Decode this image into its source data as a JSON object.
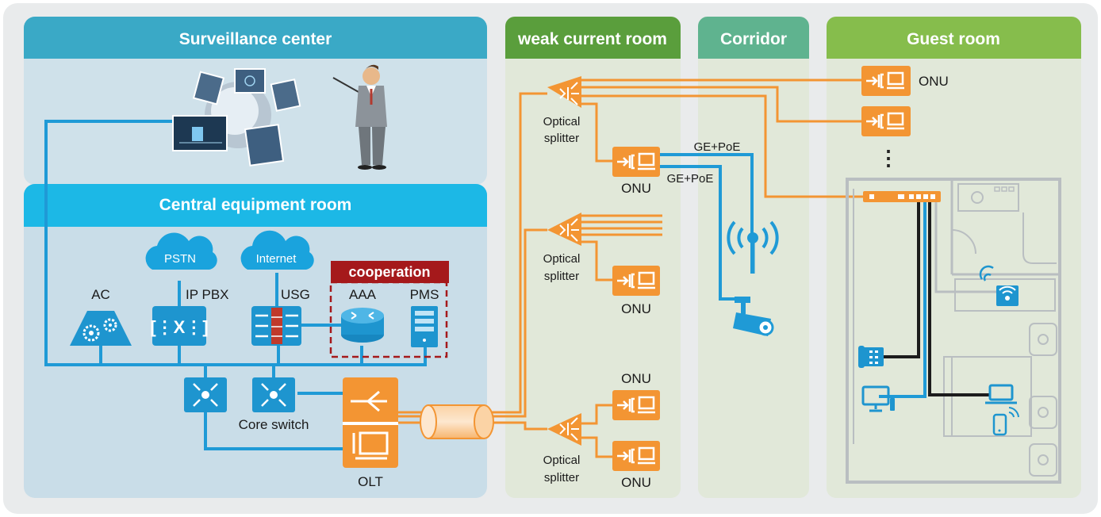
{
  "zones": {
    "surveillance": "Surveillance center",
    "central": "Central equipment room",
    "weak": "weak current room",
    "corridor": "Corridor",
    "guest": "Guest room"
  },
  "clouds": {
    "pstn": "PSTN",
    "internet": "Internet"
  },
  "devices": {
    "ac": "AC",
    "ippbx": "IP PBX",
    "usg": "USG",
    "aaa": "AAA",
    "pms": "PMS",
    "cooperation": "cooperation",
    "core_switch": "Core switch",
    "olt": "OLT"
  },
  "weak_room": {
    "splitter_1": [
      "Optical",
      "splitter"
    ],
    "splitter_2": [
      "Optical",
      "splitter"
    ],
    "splitter_3": [
      "Optical",
      "splitter"
    ],
    "onu_1": "ONU",
    "onu_2": "ONU",
    "onu_3": "ONU",
    "onu_4": "ONU"
  },
  "corridor": {
    "link_1": "GE+PoE",
    "link_2": "GE+PoE"
  },
  "guest": {
    "onu_label": "ONU",
    "ellipsis": "⋮"
  },
  "colors": {
    "surveillance_header": "#3aa9c6",
    "central_header": "#1cb8e6",
    "zone_bg_blue": "#cfe1ea",
    "weak_header": "#5a9e3c",
    "corridor_header": "#5fb38f",
    "guest_header": "#86bd4c",
    "zone_bg_green": "#e1e8d9",
    "orange": "#f39533",
    "blue_line": "#1f9ad6",
    "device_blue": "#1e95cf",
    "coop_red": "#a5191b"
  }
}
